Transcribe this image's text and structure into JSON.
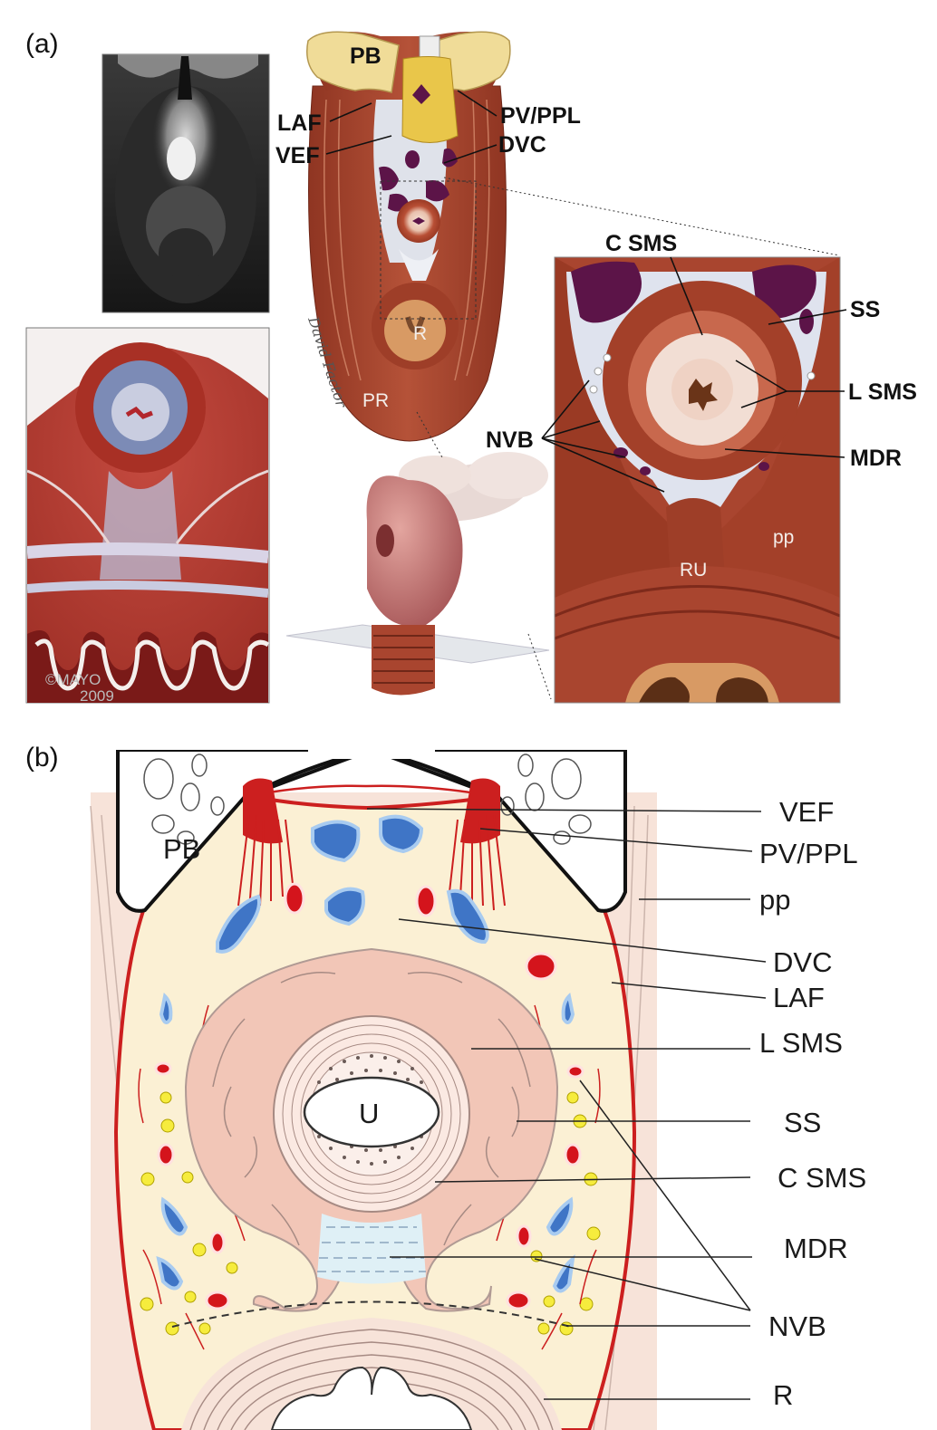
{
  "panel_a": {
    "letter": "(a)",
    "labels": {
      "pb": "PB",
      "laf": "LAF",
      "vef": "VEF",
      "pv_ppl": "PV/PPL",
      "dvc": "DVC",
      "r": "R",
      "pr": "PR",
      "c_sms": "C SMS",
      "ss": "SS",
      "l_sms": "L SMS",
      "nvb": "NVB",
      "mdr": "MDR",
      "pp": "pp",
      "ru": "RU"
    },
    "signature": "David Factor",
    "copyright_line1": "©MAYO",
    "copyright_line2": "2009"
  },
  "panel_b": {
    "letter": "(b)",
    "labels": {
      "pb": "PB",
      "u": "U",
      "vef": "VEF",
      "pv_ppl": "PV/PPL",
      "pp": "pp",
      "dvc": "DVC",
      "laf": "LAF",
      "l_sms": "L SMS",
      "ss": "SS",
      "c_sms": "C SMS",
      "mdr": "MDR",
      "nvb": "NVB",
      "r": "R"
    }
  },
  "colors": {
    "muscle": "#a9452f",
    "muscle_dark": "#7e2a1b",
    "bone": "#f0dc98",
    "fat": "#e9c64a",
    "vein_purple": "#5c1448",
    "artery_red": "#d4141c",
    "vein_blue": "#3f75c6",
    "nerve_yellow": "#f6ec3d",
    "cream": "#fbf0d4",
    "sphincter_pink": "#f2c6b7",
    "fascia_red": "#cc1f1f"
  }
}
